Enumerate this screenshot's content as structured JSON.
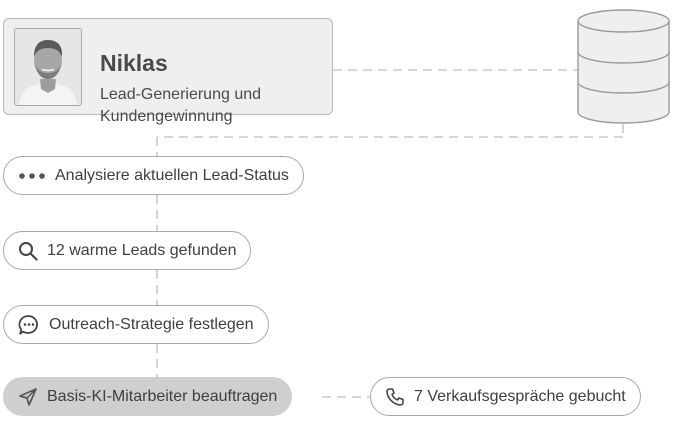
{
  "profile": {
    "name": "Niklas",
    "role": "Lead-Generierung und Kundengewinnung",
    "avatar_icon": "person-portrait-icon"
  },
  "database": {
    "icon": "database-icon"
  },
  "steps": [
    {
      "label": "Analysiere aktuellen Lead-Status",
      "icon": "more-dots-icon",
      "state": "default"
    },
    {
      "label": "12 warme Leads gefunden",
      "icon": "search-icon",
      "state": "default"
    },
    {
      "label": "Outreach-Strategie festlegen",
      "icon": "chat-bubble-icon",
      "state": "default"
    },
    {
      "label": "Basis-KI-Mitarbeiter beauftragen",
      "icon": "send-icon",
      "state": "active"
    }
  ],
  "result": {
    "label": "7 Verkaufsgespräche gebucht",
    "icon": "phone-icon"
  },
  "colors": {
    "connector": "#c9c9c9",
    "active_step": "#cfcfcf",
    "card_background": "#efefef"
  }
}
